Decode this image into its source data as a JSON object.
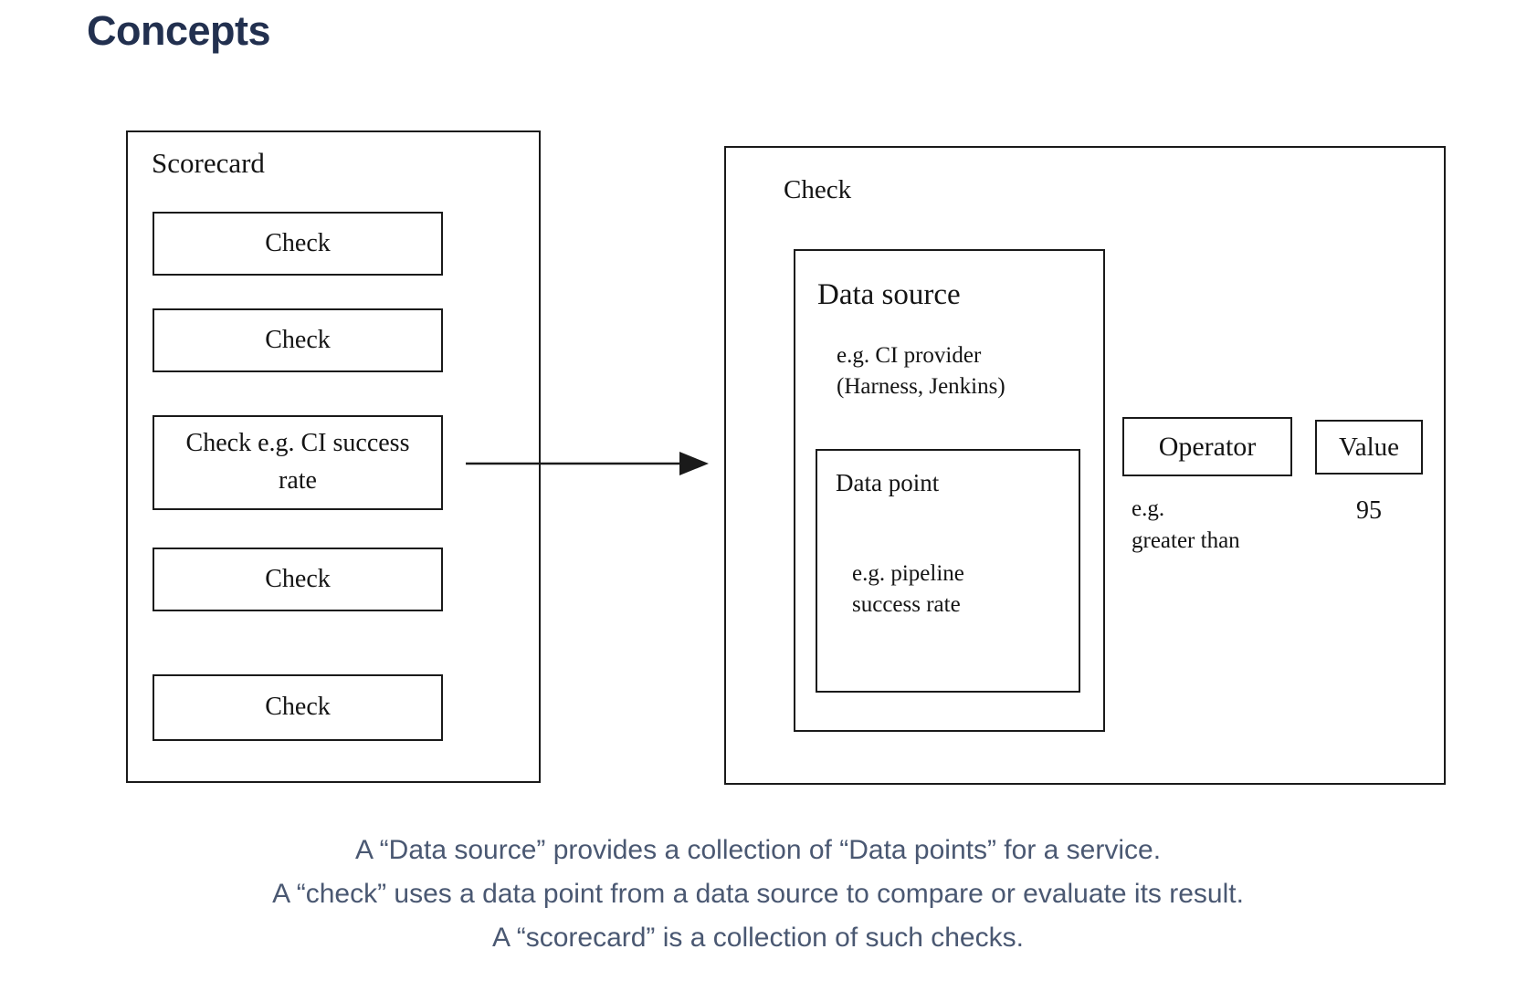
{
  "title": "Concepts",
  "colors": {
    "title_text": "#22304F",
    "caption_text": "#4A5872",
    "diagram_stroke": "#1A1A1A",
    "background": "#FFFFFF"
  },
  "scorecard": {
    "label": "Scorecard",
    "checks": [
      "Check",
      "Check",
      "Check e.g. CI success rate",
      "Check",
      "Check"
    ]
  },
  "check_detail": {
    "label": "Check",
    "data_source": {
      "label": "Data source",
      "example_lines": [
        "e.g. CI provider",
        "(Harness, Jenkins)"
      ],
      "data_point": {
        "label": "Data point",
        "example_lines": [
          "e.g. pipeline",
          "success rate"
        ]
      }
    },
    "operator": {
      "label": "Operator",
      "example_lines": [
        "e.g.",
        "greater than"
      ]
    },
    "value": {
      "label": "Value",
      "example": "95"
    }
  },
  "caption": {
    "lines": [
      "A “Data source” provides a collection of “Data points” for a service.",
      "A “check” uses a data point from a data source to compare or evaluate its result.",
      "A “scorecard” is a collection of such checks."
    ]
  }
}
